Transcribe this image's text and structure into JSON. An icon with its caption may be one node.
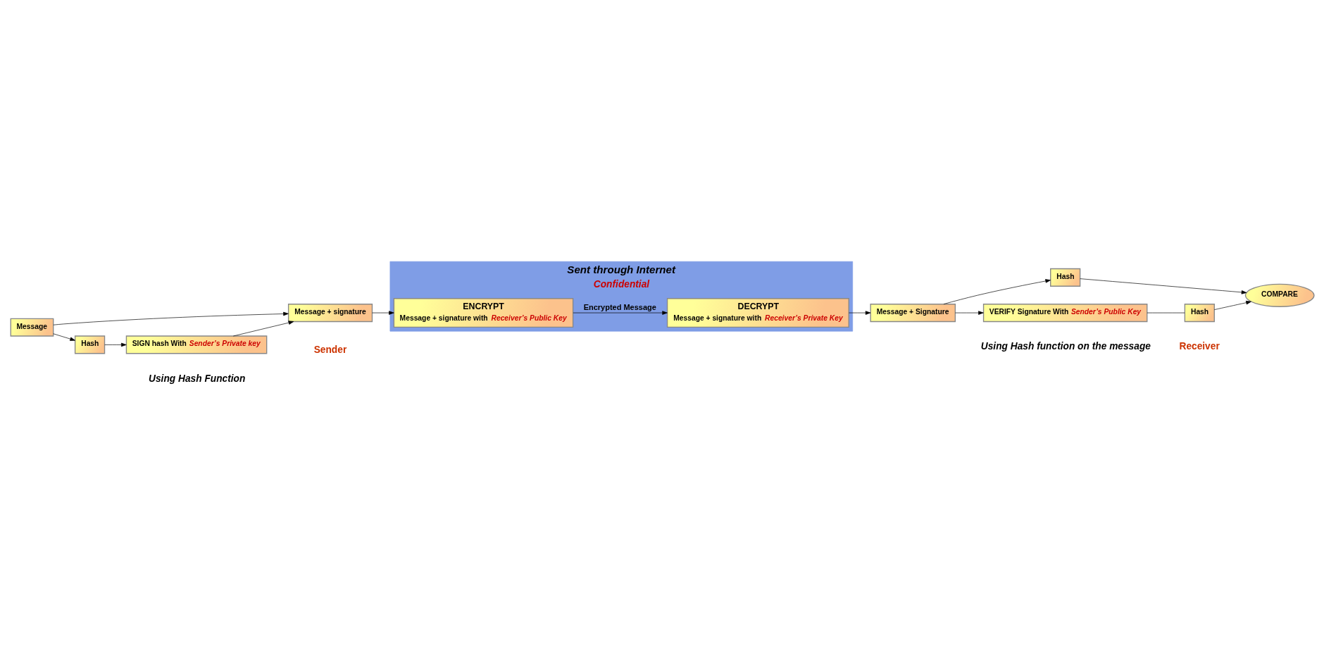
{
  "diagram": {
    "nodes": [
      {
        "text": [
          "Message"
        ]
      },
      {
        "text": [
          "Message + signature"
        ]
      },
      {
        "text": [
          "Hash"
        ]
      },
      {
        "text": [
          "SIGN hash With *Sender’s Private key*"
        ]
      },
      {
        "text": [
          "Sent through Internet",
          "Confidential"
        ]
      },
      {
        "text": [
          "ENCRYPT",
          "Message + signature with *Receiver’s Public Key*"
        ],
        "in": 4
      },
      {
        "text": [
          "DECRYPT",
          "Message + signature with *Receiver’s Private Key*"
        ],
        "in": 4
      },
      {
        "text": [
          "Message + Signature"
        ]
      },
      {
        "text": [
          "Hash"
        ]
      },
      {
        "text": [
          "COMPARE"
        ]
      },
      {
        "text": [
          "Hash"
        ]
      },
      {
        "text": [
          "VERIFY Signature With *Sender’s Public Key*"
        ]
      }
    ],
    "edges": [
      {
        "from": 0,
        "to": 1,
        "arrow": "to"
      },
      {
        "from": 0,
        "to": 2,
        "arrow": "to"
      },
      {
        "from": 2,
        "to": 3,
        "arrow": "to"
      },
      {
        "from": 3,
        "to": 1,
        "arrow": "to"
      },
      {
        "from": 1,
        "to": 5,
        "arrow": "to"
      },
      {
        "from": 5,
        "to": 6,
        "arrow": "to",
        "label": "Encrypted Message"
      },
      {
        "from": 6,
        "to": 7,
        "arrow": "to"
      },
      {
        "from": 7,
        "to": 8,
        "arrow": "to"
      },
      {
        "from": 8,
        "to": 9,
        "arrow": "to"
      },
      {
        "from": 10,
        "to": 9,
        "arrow": "to"
      },
      {
        "from": 11,
        "to": 10,
        "arrow": "none"
      },
      {
        "from": 7,
        "to": 11,
        "arrow": "to"
      }
    ],
    "labels": [
      "Using Hash Function",
      "Using Hash function on the message",
      "Sender",
      "Receiver"
    ]
  }
}
